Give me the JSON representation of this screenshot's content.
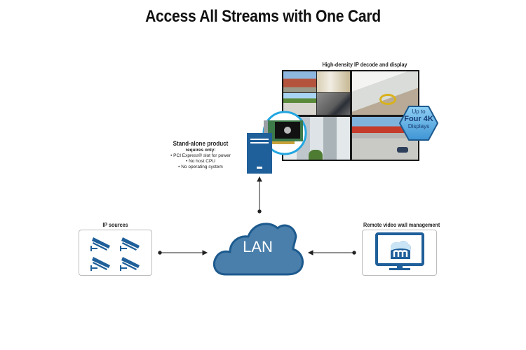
{
  "title": "Access All Streams with One Card",
  "display_wall": {
    "caption": "High-density IP decode and display",
    "badge": {
      "line1": "Up to",
      "line2": "Four 4K",
      "line3": "Displays"
    },
    "tiles": [
      "office-building-and-parking-feeds",
      "atrium-lobby-feed",
      "interior-corridor-feed",
      "parking-lot-feed"
    ]
  },
  "standalone": {
    "heading": "Stand-alone product",
    "subheading": "requires only:",
    "requirements": [
      "• PCI Express® slot for power",
      "• No host CPU",
      "• No operating system"
    ]
  },
  "ip_sources": {
    "caption": "IP sources",
    "camera_count": 4
  },
  "lan": {
    "label": "LAN"
  },
  "remote_management": {
    "caption": "Remote video wall management"
  },
  "colors": {
    "primary_blue": "#1f5f9a",
    "cloud_fill": "#4a7fab",
    "cloud_stroke": "#1d5a8e",
    "badge_fill": "#5aa8e0",
    "accent_cyan": "#23a6e0"
  }
}
